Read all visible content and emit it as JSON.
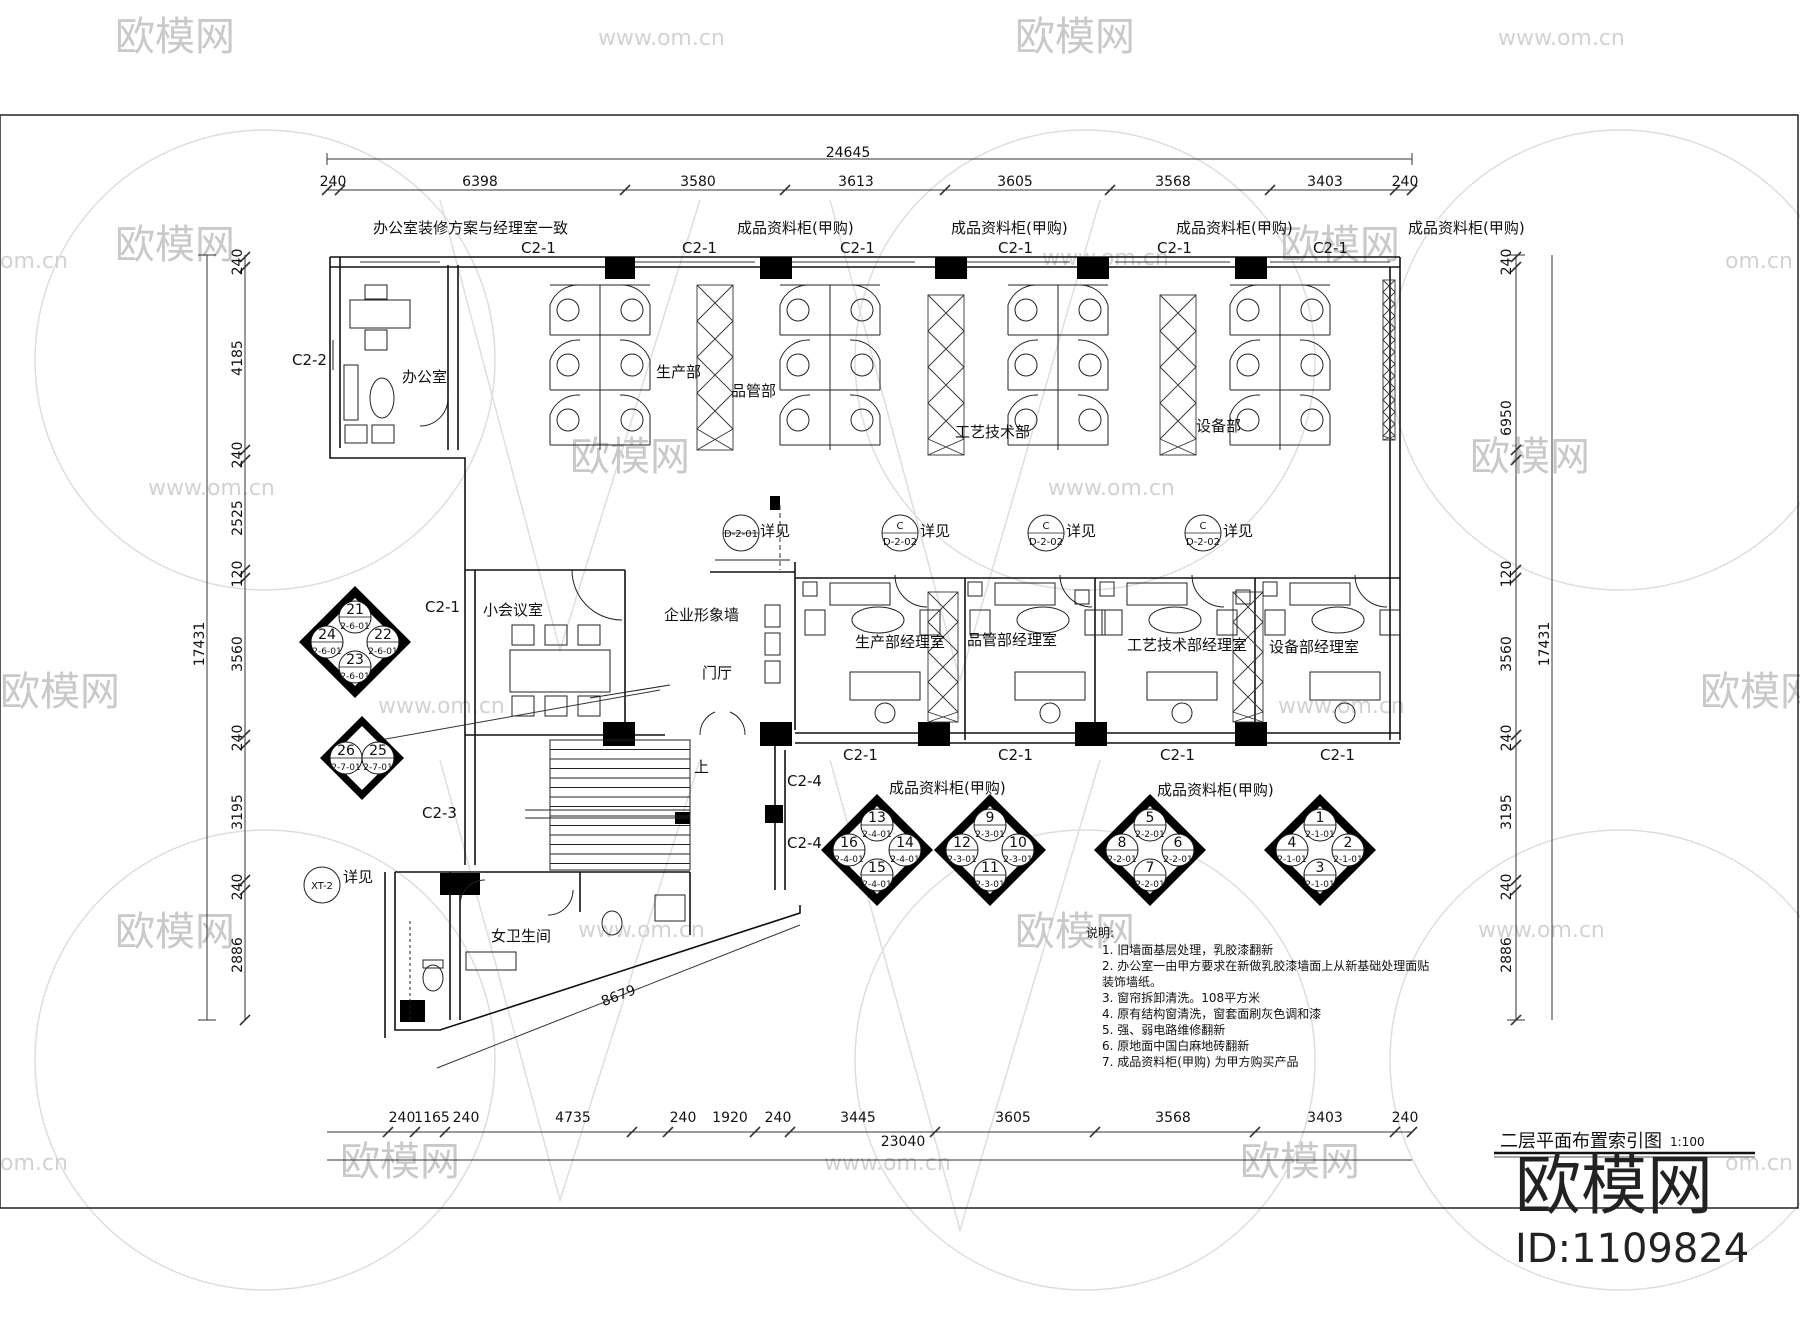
{
  "watermark": {
    "brand": "欧模网",
    "site": "www.om.cn",
    "site_short": "om.cn"
  },
  "brand": {
    "logo": "欧模网",
    "id": "ID:1109824"
  },
  "drawing_title": {
    "text": "二层平面布置索引图",
    "scale": "1:100"
  },
  "dims": {
    "top_total": "24645",
    "top": [
      "240",
      "6398",
      "3580",
      "3613",
      "3605",
      "3568",
      "3403",
      "240"
    ],
    "bottom_total": "23040",
    "bottom": [
      "240",
      "1165",
      "240",
      "4735",
      "240",
      "1920",
      "240",
      "3445",
      "3605",
      "3568",
      "3403",
      "240"
    ],
    "left_total": "17431",
    "left": [
      "240",
      "4185",
      "240",
      "2525",
      "120",
      "3560",
      "240",
      "3195",
      "240",
      "2886"
    ],
    "right_total": "17431",
    "right": [
      "240",
      "6950",
      "120",
      "3560",
      "240",
      "3195",
      "240",
      "2886"
    ],
    "diag": "8679"
  },
  "rooms": {
    "office": "办公室",
    "office_note": "办公室装修方案与经理室一致",
    "production": "生产部",
    "quality": "品管部",
    "process_tech": "工艺技术部",
    "equipment": "设备部",
    "meeting": "小会议室",
    "image_wall": "企业形象墙",
    "lobby": "门厅",
    "prod_mgr": "生产部经理室",
    "quality_mgr": "品管部经理室",
    "tech_mgr": "工艺技术部经理室",
    "equip_mgr": "设备部经理室",
    "female_wc": "女卫生间",
    "stair_up": "上"
  },
  "cabinet_label": "成品资料柜(甲购)",
  "tags": {
    "c21": "C2-1",
    "c22": "C2-2",
    "c23": "C2-3",
    "c24": "C2-4"
  },
  "detail": {
    "word": "详见",
    "d201": "D-2-01",
    "c": "C",
    "d202": "D-2-02",
    "xt2": "XT-2"
  },
  "index_groups": [
    {
      "nums": [
        "21",
        "24",
        "22",
        "23"
      ],
      "subs": [
        "2-6-01",
        "2-6-01",
        "2-6-01",
        "2-6-01"
      ]
    },
    {
      "nums": [
        "26",
        "25"
      ],
      "subs": [
        "2-7-01",
        "2-7-01"
      ]
    },
    {
      "nums": [
        "13",
        "16",
        "14",
        "15"
      ],
      "subs": [
        "2-4-01",
        "2-4-01",
        "2-4-01",
        "2-4-01"
      ]
    },
    {
      "nums": [
        "9",
        "12",
        "10",
        "11"
      ],
      "subs": [
        "2-3-01",
        "2-3-01",
        "2-3-01",
        "2-3-01"
      ]
    },
    {
      "nums": [
        "5",
        "8",
        "6",
        "7"
      ],
      "subs": [
        "2-2-01",
        "2-2-01",
        "2-2-01",
        "2-2-01"
      ]
    },
    {
      "nums": [
        "1",
        "4",
        "2",
        "3"
      ],
      "subs": [
        "2-1-01",
        "2-1-01",
        "2-1-01",
        "2-1-01"
      ]
    }
  ],
  "notes": {
    "heading": "说明:",
    "items": [
      "1. 旧墙面基层处理，乳胶漆翻新",
      "2. 办公室一由甲方要求在新做乳胶漆墙面上从新基础处理面贴",
      "   装饰墙纸。",
      "3. 窗帘拆卸清洗。108平方米",
      "4. 原有结构窗清洗，窗套面刷灰色调和漆",
      "5. 强、弱电路维修翻新",
      "6. 原地面中国白麻地砖翻新",
      "7. 成品资料柜(甲购) 为甲方购买产品"
    ]
  }
}
